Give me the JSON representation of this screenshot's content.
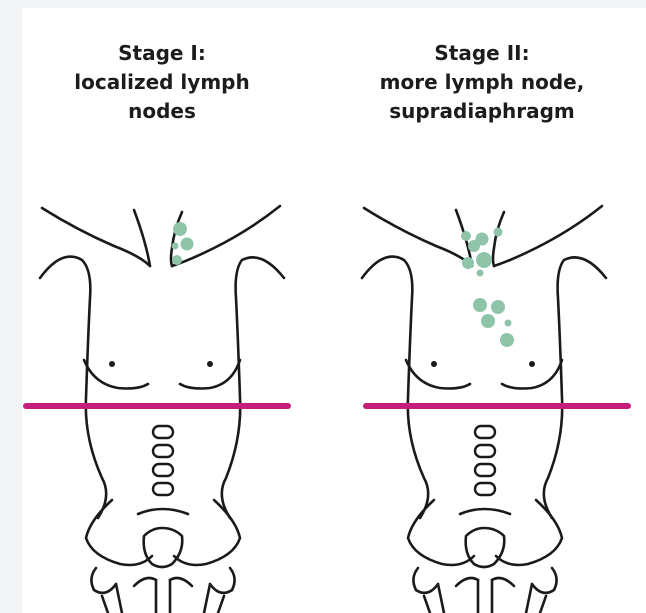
{
  "panels": [
    {
      "id": "stage-1",
      "title_lines": [
        "Stage I:",
        "localized lymph",
        "nodes"
      ],
      "node_color": "#8fc4a8"
    },
    {
      "id": "stage-2",
      "title_lines": [
        "Stage II:",
        "more lymph node,",
        "supradiaphragm"
      ],
      "node_color": "#8fc4a8"
    }
  ],
  "diaphragm_line_color": "#c41e7a",
  "outline_color": "#1a1a1a",
  "background_color": "#ffffff"
}
